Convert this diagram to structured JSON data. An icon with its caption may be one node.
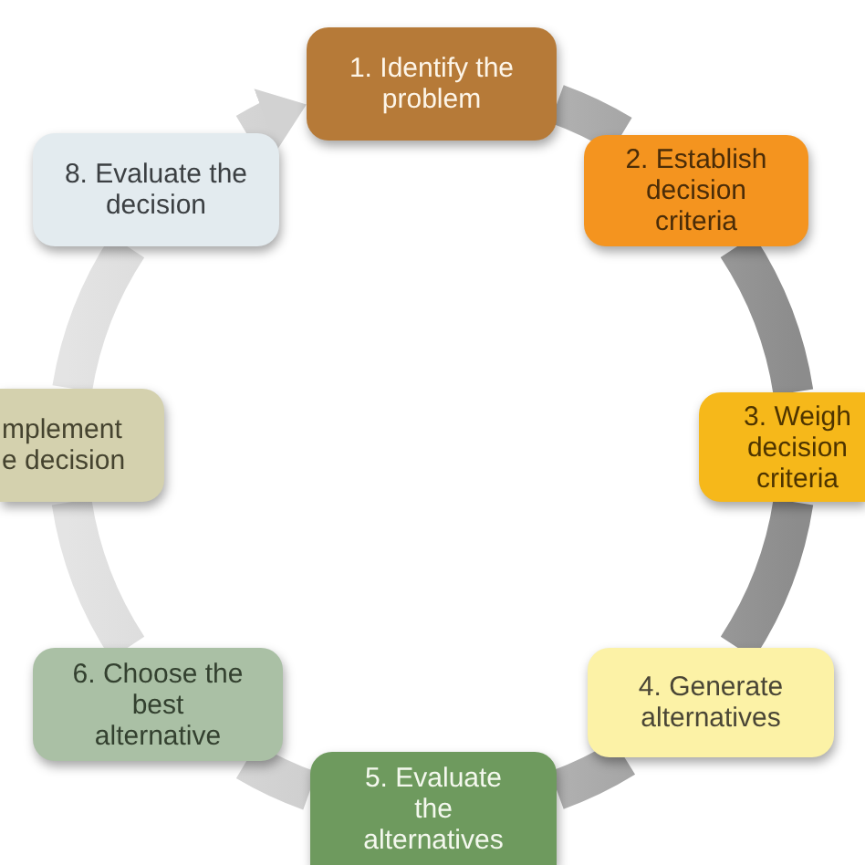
{
  "diagram": {
    "nodes": [
      {
        "text": [
          "1. Identify the problem"
        ]
      },
      {
        "text": [
          "2. Establish decision criteria"
        ]
      },
      {
        "text": [
          "3. Weigh decision criteria"
        ]
      },
      {
        "text": [
          "4. Generate alternatives"
        ]
      },
      {
        "text": [
          "5. Evaluate the alternatives"
        ]
      },
      {
        "text": [
          "6. Choose the best alternative"
        ]
      },
      {
        "text": [
          "mplement e decision"
        ]
      },
      {
        "text": [
          "8. Evaluate the decision"
        ]
      }
    ],
    "edges": [
      {
        "from": 0,
        "to": 1,
        "arrow": "none"
      },
      {
        "from": 1,
        "to": 2,
        "arrow": "none"
      },
      {
        "from": 2,
        "to": 3,
        "arrow": "none"
      },
      {
        "from": 3,
        "to": 4,
        "arrow": "none"
      },
      {
        "from": 4,
        "to": 5,
        "arrow": "none"
      },
      {
        "from": 5,
        "to": 6,
        "arrow": "none"
      },
      {
        "from": 6,
        "to": 7,
        "arrow": "none"
      },
      {
        "from": 7,
        "to": 0,
        "arrow": "to"
      }
    ]
  }
}
